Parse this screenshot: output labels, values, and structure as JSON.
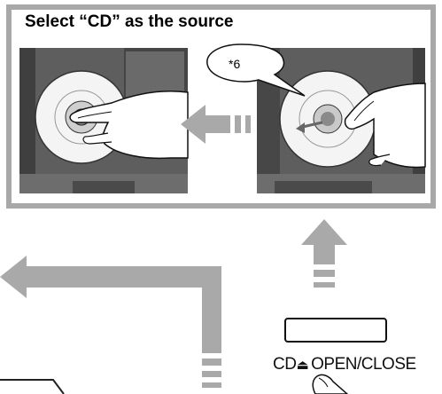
{
  "title": "Select “CD” as the source",
  "callout": "*6",
  "button": {
    "caption_prefix": "CD",
    "eject_symbol": "⏏",
    "caption_suffix": "OPEN/CLOSE"
  },
  "icons": {
    "left_arrow": "arrow-left-icon",
    "up_arrow": "arrow-up-icon",
    "elbow_arrow": "arrow-elbow-icon",
    "hand": "hand-icon",
    "disc": "disc-icon"
  }
}
